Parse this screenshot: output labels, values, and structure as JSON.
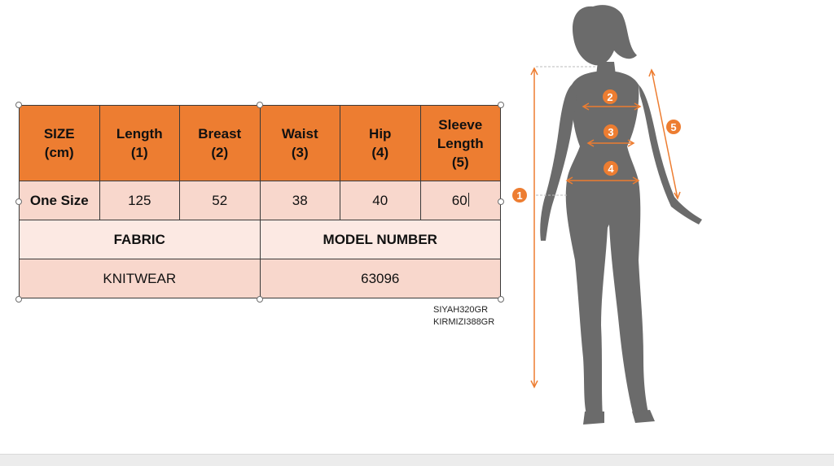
{
  "size_table": {
    "headers": [
      "SIZE\n(cm)",
      "Length\n(1)",
      "Breast\n(2)",
      "Waist\n(3)",
      "Hip\n(4)",
      "Sleeve\nLength\n(5)"
    ],
    "row": [
      "One Size",
      "125",
      "52",
      "38",
      "40",
      "60"
    ],
    "fabric_label": "FABRIC",
    "model_number_label": "MODEL NUMBER",
    "fabric_value": "KNITWEAR",
    "model_number_value": "63096"
  },
  "color_codes": [
    "SIYAH320GR",
    "KIRMIZI388GR"
  ],
  "figure": {
    "markers": [
      "1",
      "2",
      "3",
      "4",
      "5"
    ]
  },
  "colors": {
    "accent": "#ed7d31",
    "row_light": "#f8d7cc",
    "row_lighter": "#fce9e3",
    "silhouette": "#6b6b6b"
  }
}
